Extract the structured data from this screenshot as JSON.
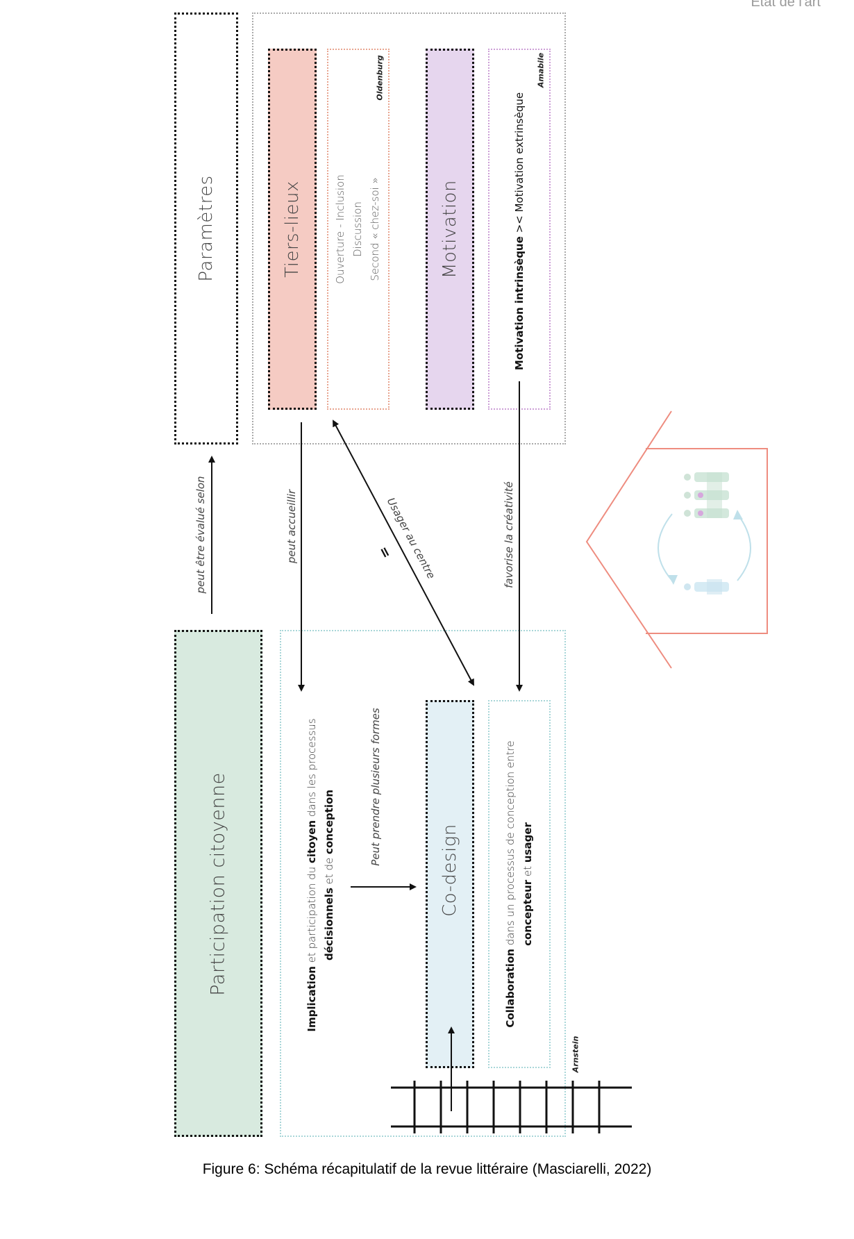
{
  "header": {
    "section": "Etat de l'art"
  },
  "boxes": {
    "parametres": "Paramètres",
    "tiers_lieux": "Tiers-lieux",
    "motivation": "Motivation",
    "participation": "Participation citoyenne",
    "codesign": "Co-design"
  },
  "tiers_lieux_details": {
    "line1": "Ouverture - Inclusion",
    "line2": "Discussion",
    "line3": "Second « chez-soi »",
    "author": "Oldenburg"
  },
  "motivation_details": {
    "bold": "Motivation intrinsèque",
    "rest": " >< Motivation extrinsèque",
    "author": "Amabile"
  },
  "participation_details": {
    "p1_bold": "Implication",
    "p1_a": " et participation du ",
    "p1_bold2": "citoyen",
    "p1_b": " dans les processus",
    "p2_bold": "décisionnels",
    "p2_a": " et de ",
    "p2_bold2": "conception"
  },
  "codesign_details": {
    "l1_bold": "Collaboration",
    "l1_rest": " dans un processus de conception entre",
    "l2_bold": "concepteur",
    "l2_mid": " et ",
    "l2_bold2": "usager",
    "author": "Arnstein"
  },
  "arrows": {
    "evaluation": "peut être évalué selon",
    "accueillir": "peut accueillir",
    "usager": "Usager au centre",
    "equals": "=",
    "creativite": "favorise la créativité",
    "formes": "Peut prendre plusieurs formes"
  },
  "caption": "Figure 6: Schéma récapitulatif de la revue littéraire (Masciarelli, 2022)",
  "colors": {
    "tiers_lieux": "#f5cbc3",
    "motivation": "#e6d6ee",
    "participation": "#d8eadf",
    "codesign": "#e3f0f5",
    "house": "#ee8c7f",
    "ladder": "#111111"
  }
}
